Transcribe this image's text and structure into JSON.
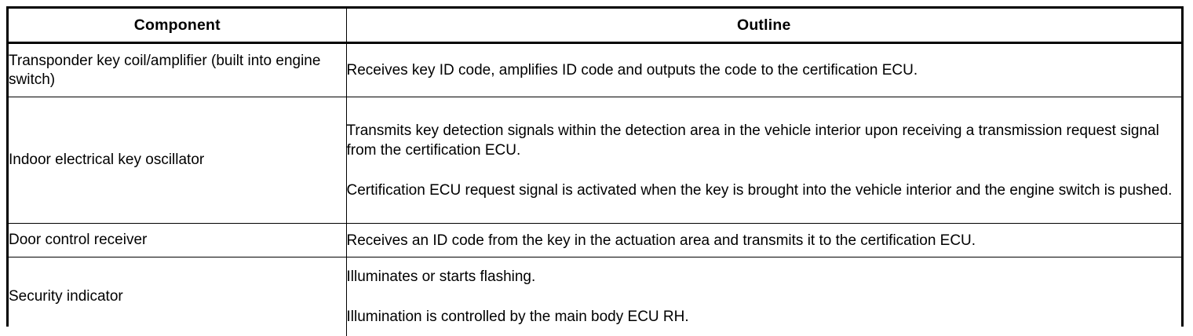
{
  "table": {
    "headers": {
      "component": "Component",
      "outline": "Outline"
    },
    "rows": [
      {
        "component": "Transponder key coil/amplifier (built into engine switch)",
        "outline_paragraphs": [
          "Receives key ID code, amplifies ID code and outputs the code to the certification ECU."
        ]
      },
      {
        "component": "Indoor electrical key oscillator",
        "outline_paragraphs": [
          "Transmits key detection signals within the detection area in the vehicle interior upon receiving a transmission request signal from the certification ECU.",
          "Certification ECU request signal is activated when the key is brought into the vehicle interior and the engine switch is pushed."
        ]
      },
      {
        "component": "Door control receiver",
        "outline_paragraphs": [
          "Receives an ID code from the key in the actuation area and transmits it to the certification ECU."
        ]
      },
      {
        "component": "Security indicator",
        "outline_paragraphs": [
          "Illuminates or starts flashing.",
          "Illumination is controlled by the main body ECU RH."
        ]
      }
    ]
  },
  "colors": {
    "border": "#000000",
    "background": "#ffffff",
    "text": "#000000"
  }
}
